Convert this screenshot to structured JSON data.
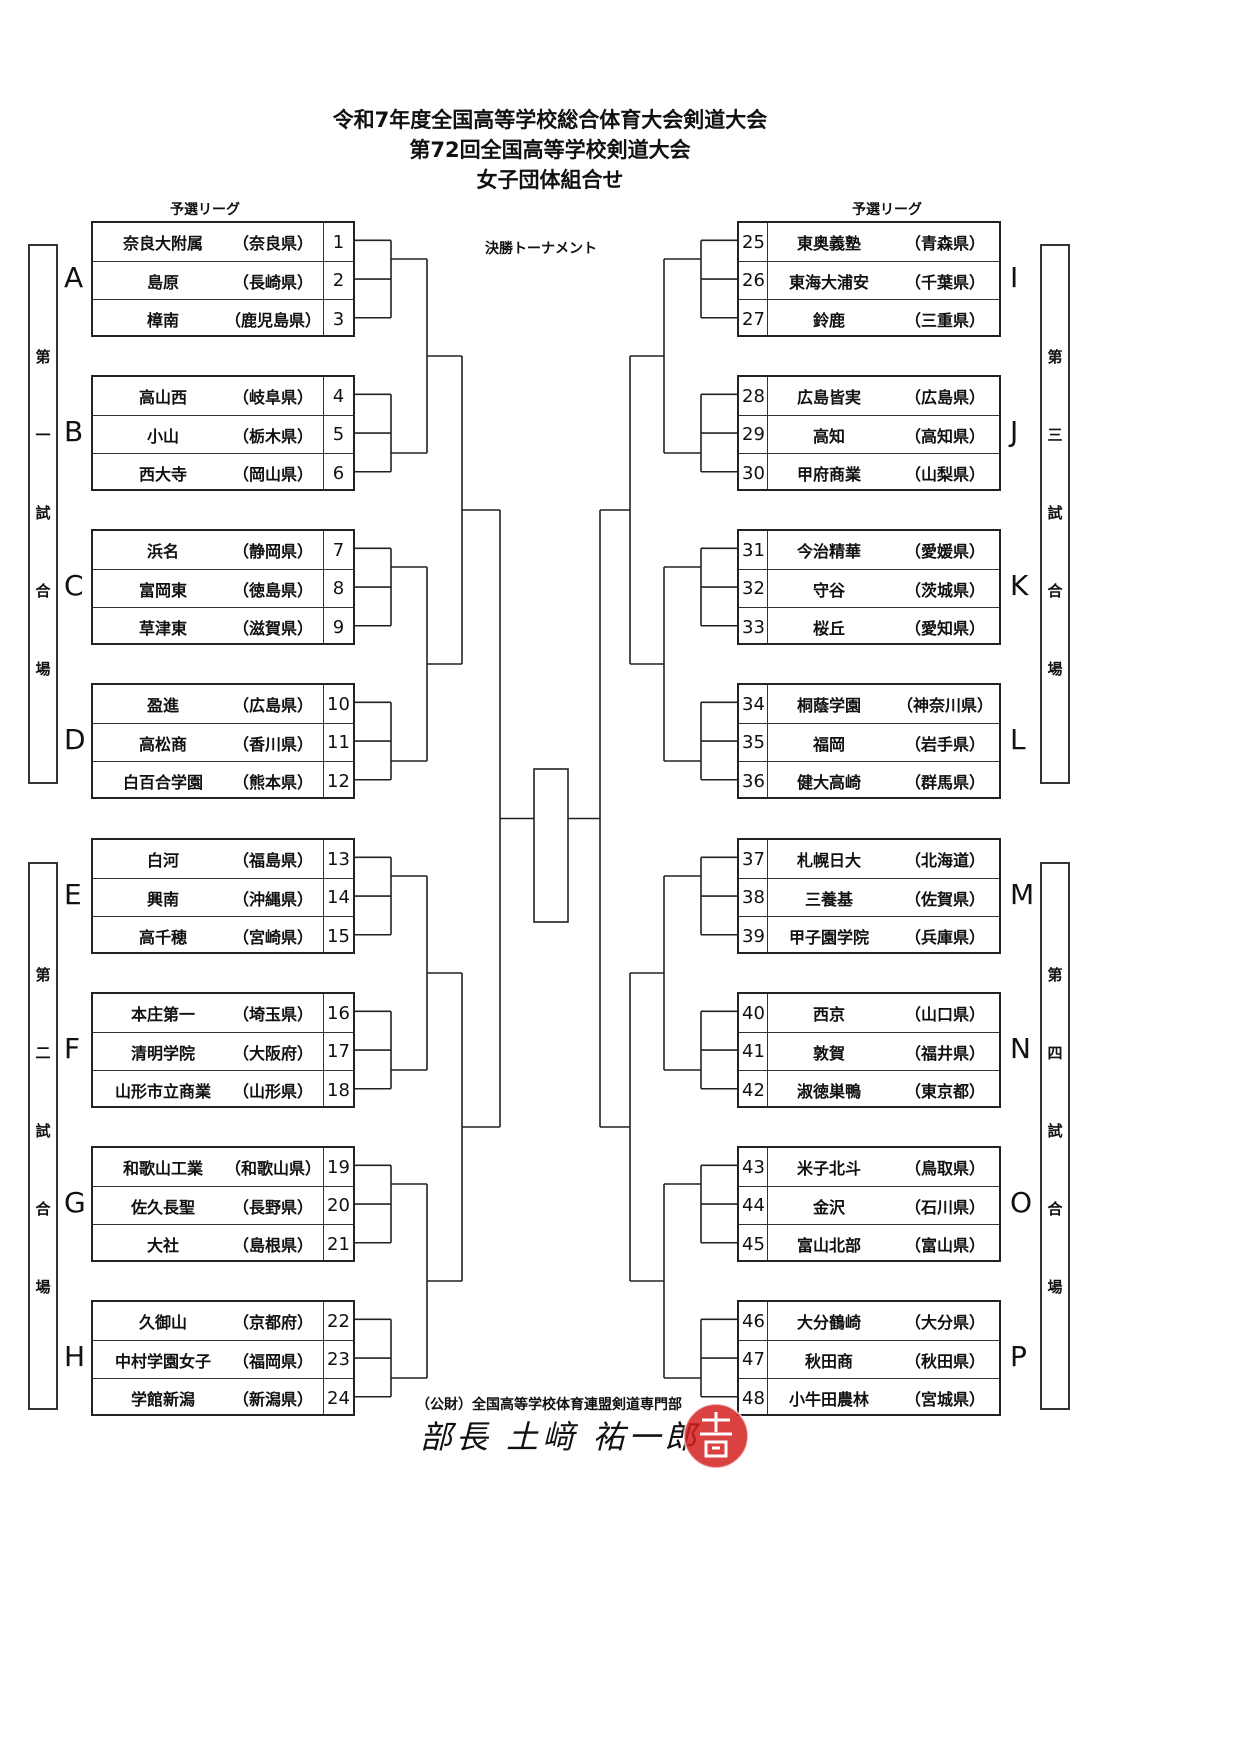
{
  "header": {
    "title_line1": "令和7年度全国高等学校総合体育大会剣道大会",
    "title_line2": "第72回全国高等学校剣道大会",
    "title_line3": "女子団体組合せ"
  },
  "league_label_left": "予選リーグ",
  "league_label_right": "予選リーグ",
  "final_label": "決勝トーナメント",
  "venues": [
    {
      "chars": [
        "第",
        "一",
        "試",
        "合",
        "場"
      ]
    },
    {
      "chars": [
        "第",
        "二",
        "試",
        "合",
        "場"
      ]
    },
    {
      "chars": [
        "第",
        "三",
        "試",
        "合",
        "場"
      ]
    },
    {
      "chars": [
        "第",
        "四",
        "試",
        "合",
        "場"
      ]
    }
  ],
  "groups": [
    {
      "letter": "A",
      "teams": [
        {
          "no": "1",
          "name": "奈良大附属",
          "pref": "（奈良県）"
        },
        {
          "no": "2",
          "name": "島原",
          "pref": "（長崎県）"
        },
        {
          "no": "3",
          "name": "樟南",
          "pref": "（鹿児島県）"
        }
      ]
    },
    {
      "letter": "B",
      "teams": [
        {
          "no": "4",
          "name": "高山西",
          "pref": "（岐阜県）"
        },
        {
          "no": "5",
          "name": "小山",
          "pref": "（栃木県）"
        },
        {
          "no": "6",
          "name": "西大寺",
          "pref": "（岡山県）"
        }
      ]
    },
    {
      "letter": "C",
      "teams": [
        {
          "no": "7",
          "name": "浜名",
          "pref": "（静岡県）"
        },
        {
          "no": "8",
          "name": "富岡東",
          "pref": "（徳島県）"
        },
        {
          "no": "9",
          "name": "草津東",
          "pref": "（滋賀県）"
        }
      ]
    },
    {
      "letter": "D",
      "teams": [
        {
          "no": "10",
          "name": "盈進",
          "pref": "（広島県）"
        },
        {
          "no": "11",
          "name": "高松商",
          "pref": "（香川県）"
        },
        {
          "no": "12",
          "name": "白百合学園",
          "pref": "（熊本県）"
        }
      ]
    },
    {
      "letter": "E",
      "teams": [
        {
          "no": "13",
          "name": "白河",
          "pref": "（福島県）"
        },
        {
          "no": "14",
          "name": "興南",
          "pref": "（沖縄県）"
        },
        {
          "no": "15",
          "name": "高千穂",
          "pref": "（宮崎県）"
        }
      ]
    },
    {
      "letter": "F",
      "teams": [
        {
          "no": "16",
          "name": "本庄第一",
          "pref": "（埼玉県）"
        },
        {
          "no": "17",
          "name": "清明学院",
          "pref": "（大阪府）"
        },
        {
          "no": "18",
          "name": "山形市立商業",
          "pref": "（山形県）"
        }
      ]
    },
    {
      "letter": "G",
      "teams": [
        {
          "no": "19",
          "name": "和歌山工業",
          "pref": "（和歌山県）"
        },
        {
          "no": "20",
          "name": "佐久長聖",
          "pref": "（長野県）"
        },
        {
          "no": "21",
          "name": "大社",
          "pref": "（島根県）"
        }
      ]
    },
    {
      "letter": "H",
      "teams": [
        {
          "no": "22",
          "name": "久御山",
          "pref": "（京都府）"
        },
        {
          "no": "23",
          "name": "中村学園女子",
          "pref": "（福岡県）"
        },
        {
          "no": "24",
          "name": "学館新潟",
          "pref": "（新潟県）"
        }
      ]
    },
    {
      "letter": "I",
      "teams": [
        {
          "no": "25",
          "name": "東奥義塾",
          "pref": "（青森県）"
        },
        {
          "no": "26",
          "name": "東海大浦安",
          "pref": "（千葉県）"
        },
        {
          "no": "27",
          "name": "鈴鹿",
          "pref": "（三重県）"
        }
      ]
    },
    {
      "letter": "J",
      "teams": [
        {
          "no": "28",
          "name": "広島皆実",
          "pref": "（広島県）"
        },
        {
          "no": "29",
          "name": "高知",
          "pref": "（高知県）"
        },
        {
          "no": "30",
          "name": "甲府商業",
          "pref": "（山梨県）"
        }
      ]
    },
    {
      "letter": "K",
      "teams": [
        {
          "no": "31",
          "name": "今治精華",
          "pref": "（愛媛県）"
        },
        {
          "no": "32",
          "name": "守谷",
          "pref": "（茨城県）"
        },
        {
          "no": "33",
          "name": "桜丘",
          "pref": "（愛知県）"
        }
      ]
    },
    {
      "letter": "L",
      "teams": [
        {
          "no": "34",
          "name": "桐蔭学園",
          "pref": "（神奈川県）"
        },
        {
          "no": "35",
          "name": "福岡",
          "pref": "（岩手県）"
        },
        {
          "no": "36",
          "name": "健大高崎",
          "pref": "（群馬県）"
        }
      ]
    },
    {
      "letter": "M",
      "teams": [
        {
          "no": "37",
          "name": "札幌日大",
          "pref": "（北海道）"
        },
        {
          "no": "38",
          "name": "三養基",
          "pref": "（佐賀県）"
        },
        {
          "no": "39",
          "name": "甲子園学院",
          "pref": "（兵庫県）"
        }
      ]
    },
    {
      "letter": "N",
      "teams": [
        {
          "no": "40",
          "name": "西京",
          "pref": "（山口県）"
        },
        {
          "no": "41",
          "name": "敦賀",
          "pref": "（福井県）"
        },
        {
          "no": "42",
          "name": "淑徳巣鴨",
          "pref": "（東京都）"
        }
      ]
    },
    {
      "letter": "O",
      "teams": [
        {
          "no": "43",
          "name": "米子北斗",
          "pref": "（鳥取県）"
        },
        {
          "no": "44",
          "name": "金沢",
          "pref": "（石川県）"
        },
        {
          "no": "45",
          "name": "富山北部",
          "pref": "（富山県）"
        }
      ]
    },
    {
      "letter": "P",
      "teams": [
        {
          "no": "46",
          "name": "大分鶴崎",
          "pref": "（大分県）"
        },
        {
          "no": "47",
          "name": "秋田商",
          "pref": "（秋田県）"
        },
        {
          "no": "48",
          "name": "小牛田農林",
          "pref": "（宮城県）"
        }
      ]
    }
  ],
  "footer": {
    "organization": "（公財）全国高等学校体育連盟剣道専門部",
    "signature": "部長 土﨑 祐一郎",
    "seal_color": "#d42020"
  }
}
